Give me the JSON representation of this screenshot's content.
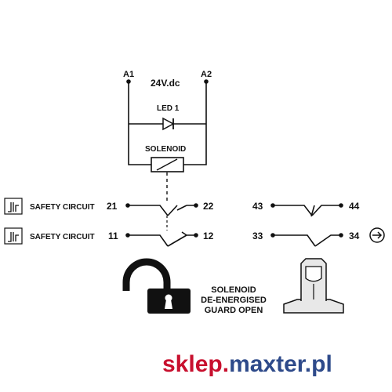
{
  "colors": {
    "ink": "#111111",
    "brand_red": "#c8102e",
    "brand_blue": "#2e4a8a",
    "actuator_fill": "#e8e8e8"
  },
  "coil_circuit": {
    "terminal_a1": "A1",
    "terminal_a2": "A2",
    "supply": "24V.dc",
    "led_label": "LED 1",
    "solenoid_label": "SOLENOID"
  },
  "contacts": [
    {
      "circuit_label": "SAFETY CIRCUIT",
      "left_terminal": "21",
      "right_terminal": "22",
      "icon": "safety-circuit-icon"
    },
    {
      "circuit_label": "SAFETY CIRCUIT",
      "left_terminal": "11",
      "right_terminal": "12",
      "icon": "safety-circuit-icon"
    }
  ],
  "aux_contacts": [
    {
      "left_terminal": "43",
      "right_terminal": "44"
    },
    {
      "left_terminal": "33",
      "right_terminal": "34",
      "icon": "arrow-right-circle-icon"
    }
  ],
  "status": {
    "line1": "SOLENOID",
    "line2": "DE-ENERGISED",
    "line3": "GUARD OPEN",
    "icon": "open-padlock-icon"
  },
  "brand": {
    "part1": "sklep.",
    "part2": "maxter.pl"
  }
}
